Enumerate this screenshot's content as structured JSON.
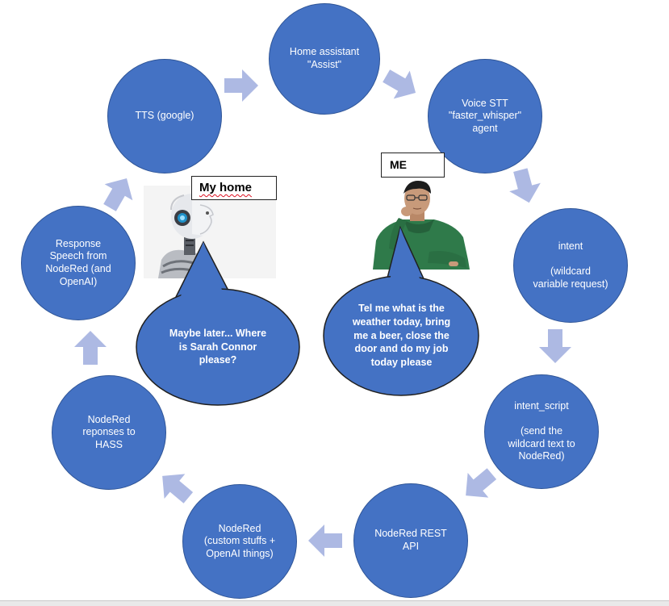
{
  "colors": {
    "node_fill": "#4472c4",
    "node_border": "#2f5597",
    "arrow_fill": "#adb9e3",
    "text": "#ffffff"
  },
  "nodes": [
    {
      "id": "home-assistant-assist",
      "label": "Home assistant\n\"Assist\""
    },
    {
      "id": "voice-stt",
      "label": "Voice STT\n\"faster_whisper\"\nagent"
    },
    {
      "id": "intent",
      "label": "intent\n\n(wildcard\nvariable request)"
    },
    {
      "id": "intent-script",
      "label": "intent_script\n\n(send the\nwildcard text to\nNodeRed)"
    },
    {
      "id": "nodered-rest-api",
      "label": "NodeRed REST\nAPI"
    },
    {
      "id": "nodered-custom",
      "label": "NodeRed\n(custom stuffs +\nOpenAI things)"
    },
    {
      "id": "nodered-responses",
      "label": "NodeRed\nreponses to\nHASS"
    },
    {
      "id": "response-speech",
      "label": "Response\nSpeech from\nNodeRed (and\nOpenAI)"
    },
    {
      "id": "tts-google",
      "label": "TTS (google)"
    }
  ],
  "arrows": [
    {
      "id": "arrow-tts-to-assist",
      "icon": "arrow-right-icon"
    },
    {
      "id": "arrow-assist-to-stt",
      "icon": "arrow-down-right-icon"
    },
    {
      "id": "arrow-stt-to-intent",
      "icon": "arrow-down-icon"
    },
    {
      "id": "arrow-intent-to-script",
      "icon": "arrow-down-icon"
    },
    {
      "id": "arrow-script-to-rest",
      "icon": "arrow-down-left-icon"
    },
    {
      "id": "arrow-rest-to-custom",
      "icon": "arrow-left-icon"
    },
    {
      "id": "arrow-custom-to-responses",
      "icon": "arrow-up-left-icon"
    },
    {
      "id": "arrow-responses-to-speech",
      "icon": "arrow-up-icon"
    },
    {
      "id": "arrow-speech-to-tts",
      "icon": "arrow-up-right-icon"
    }
  ],
  "labels": {
    "my_home": "My home",
    "me": "ME"
  },
  "speech": {
    "robot": "Maybe later... Where\nis Sarah Connor\nplease?",
    "me": "Tel me what is the\nweather today, bring\nme a beer, close the\ndoor and do my job\ntoday please"
  },
  "images": {
    "robot": "robot-icon",
    "person": "person-icon"
  }
}
